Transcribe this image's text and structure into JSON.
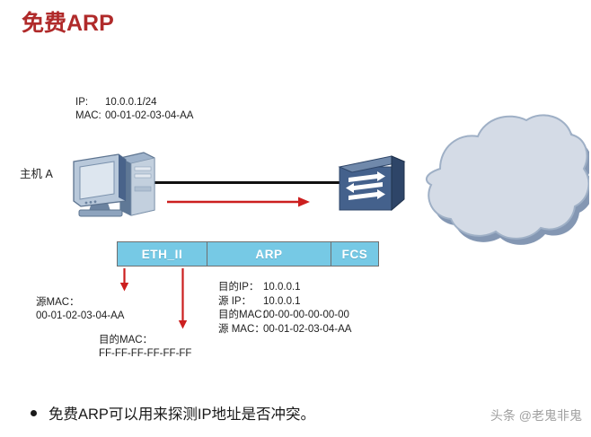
{
  "slide": {
    "title": "免费ARP",
    "title_color": "#b02a2a",
    "background": "#ffffff"
  },
  "topology": {
    "host": {
      "name_label": "主机 A",
      "ip_key": "IP:",
      "ip_value": "10.0.0.1/24",
      "mac_key": "MAC:",
      "mac_value": "00-01-02-03-04-AA",
      "icon": "desktop-computer-icon"
    },
    "switch": {
      "icon": "network-switch-icon",
      "color": "#3f5e87"
    },
    "cloud": {
      "icon": "network-cloud-icon",
      "color": "#d2dae6"
    },
    "link": {
      "icon": "ethernet-link-line",
      "color": "#111111"
    },
    "flow_arrow": {
      "icon": "red-right-arrow-icon",
      "color": "#cc1f1f",
      "direction": "right"
    }
  },
  "frame": {
    "segments": [
      {
        "label": "ETH_II",
        "name": "frame-segment-eth"
      },
      {
        "label": "ARP",
        "name": "frame-segment-arp"
      },
      {
        "label": "FCS",
        "name": "frame-segment-fcs"
      }
    ],
    "fill_color": "#76c9e5",
    "border_color": "#6f6f6f",
    "text_color": "#ffffff"
  },
  "annotations": {
    "source_mac": {
      "label": "源MAC：",
      "value": "00-01-02-03-04-AA",
      "arrow_icon": "red-down-arrow-icon"
    },
    "dest_mac": {
      "label": "目的MAC：",
      "value": "FF-FF-FF-FF-FF-FF",
      "arrow_icon": "red-down-arrow-icon"
    },
    "arp_detail": {
      "dest_ip_label": "目的IP：",
      "dest_ip_value": "10.0.0.1",
      "src_ip_label": "源  IP：",
      "src_ip_value": "10.0.0.1",
      "dest_mac_label": "目的MAC：",
      "dest_mac_value": "00-00-00-00-00-00",
      "src_mac_label": "源  MAC：",
      "src_mac_value": "00-01-02-03-04-AA"
    }
  },
  "bullet": {
    "marker": "•",
    "text": "免费ARP可以用来探测IP地址是否冲突。"
  },
  "watermark": {
    "text": "头条 @老鬼非鬼"
  }
}
